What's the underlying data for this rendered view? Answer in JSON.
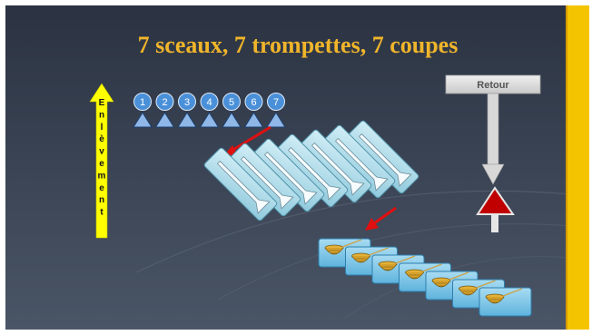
{
  "slide": {
    "title": "7 sceaux, 7 trompettes, 7 coupes",
    "seals": [
      "1",
      "2",
      "3",
      "4",
      "5",
      "6",
      "7"
    ],
    "vertical_label": [
      "E",
      "n",
      "l",
      "è",
      "v",
      "e",
      "m",
      "e",
      "n",
      "t"
    ],
    "return_button": "Retour"
  },
  "colors": {
    "background_top": "#2b3342",
    "background_bottom": "#4b5566",
    "accent_bar": "#f5c400",
    "title": "#f0b52a",
    "seal_circle": "#4a90d9",
    "seal_triangle": "#8fb8e8",
    "arrow_yellow": "#ffff00",
    "arrow_red": "#e01010",
    "trumpet_panel": "#a9d8e6",
    "bowl_panel": "#7fc7e8",
    "stop_triangle": "#c00000",
    "button_bg": "#dcdcdc"
  },
  "icons": {
    "seal": "circle-number-icon",
    "trumpet": "trumpet-icon",
    "bowl": "bowl-icon"
  }
}
